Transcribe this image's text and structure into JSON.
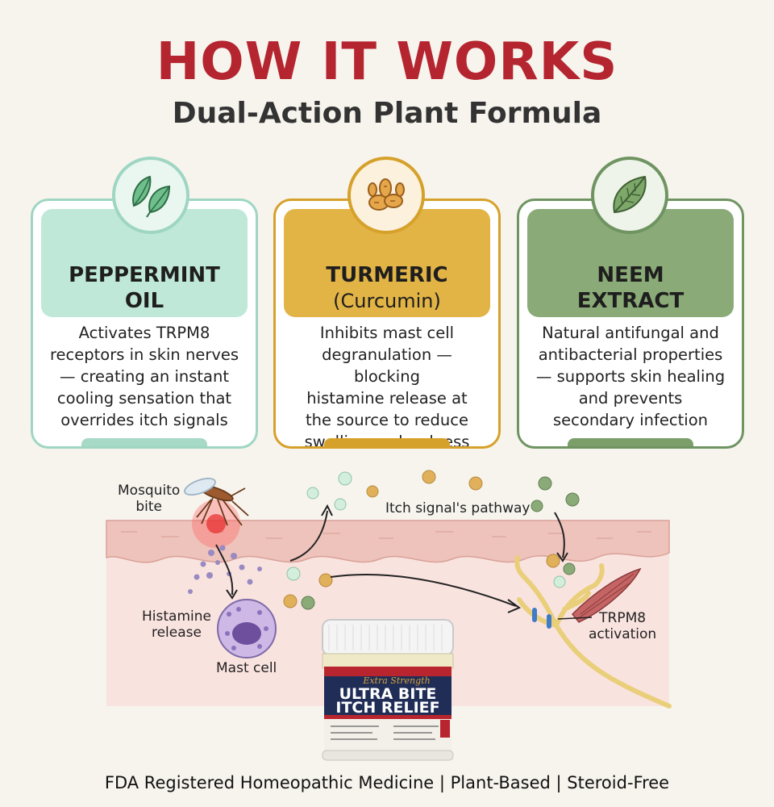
{
  "header": {
    "title": "HOW IT WORKS",
    "subtitle": "Dual-Action Plant Formula"
  },
  "cards": [
    {
      "icon": "mint-leaf-icon",
      "name_line1": "PEPPERMINT",
      "name_line2": "OIL",
      "desc": [
        "Activates TRPM8",
        "receptors in skin nerves",
        "— creating an instant",
        "cooling sensation that",
        "overrides itch signals"
      ]
    },
    {
      "icon": "turmeric-root-icon",
      "name_line1": "TURMERIC",
      "name_line2": "(Curcumin)",
      "desc": [
        "Inhibits mast cell",
        "degranulation — blocking",
        "histamine release at",
        "the source to reduce",
        "swelling and redness"
      ]
    },
    {
      "icon": "neem-leaf-icon",
      "name_line1": "NEEM",
      "name_line2": "EXTRACT",
      "desc": [
        "Natural antifungal and",
        "antibacterial properties",
        "— supports skin healing",
        "and prevents",
        "secondary infection"
      ]
    }
  ],
  "diagram": {
    "mosquito_label_1": "Mosquito",
    "mosquito_label_2": "bite",
    "itch_label": "Itch signal's pathway",
    "histamine_label_1": "Histamine",
    "histamine_label_2": "release",
    "mast_label": "Mast cell",
    "trpm8_label_1": "TRPM8",
    "trpm8_label_2": "activation"
  },
  "product": {
    "brand_script": "Extra Strength",
    "name_line1": "ULTRA BITE",
    "name_line2": "ITCH RELIEF"
  },
  "footer": "FDA Registered Homeopathic Medicine | Plant-Based | Steroid-Free",
  "colors": {
    "title_red": "#b5252f",
    "peppermint": "#bfe8d9",
    "turmeric": "#e2b445",
    "neem": "#8aab77"
  }
}
